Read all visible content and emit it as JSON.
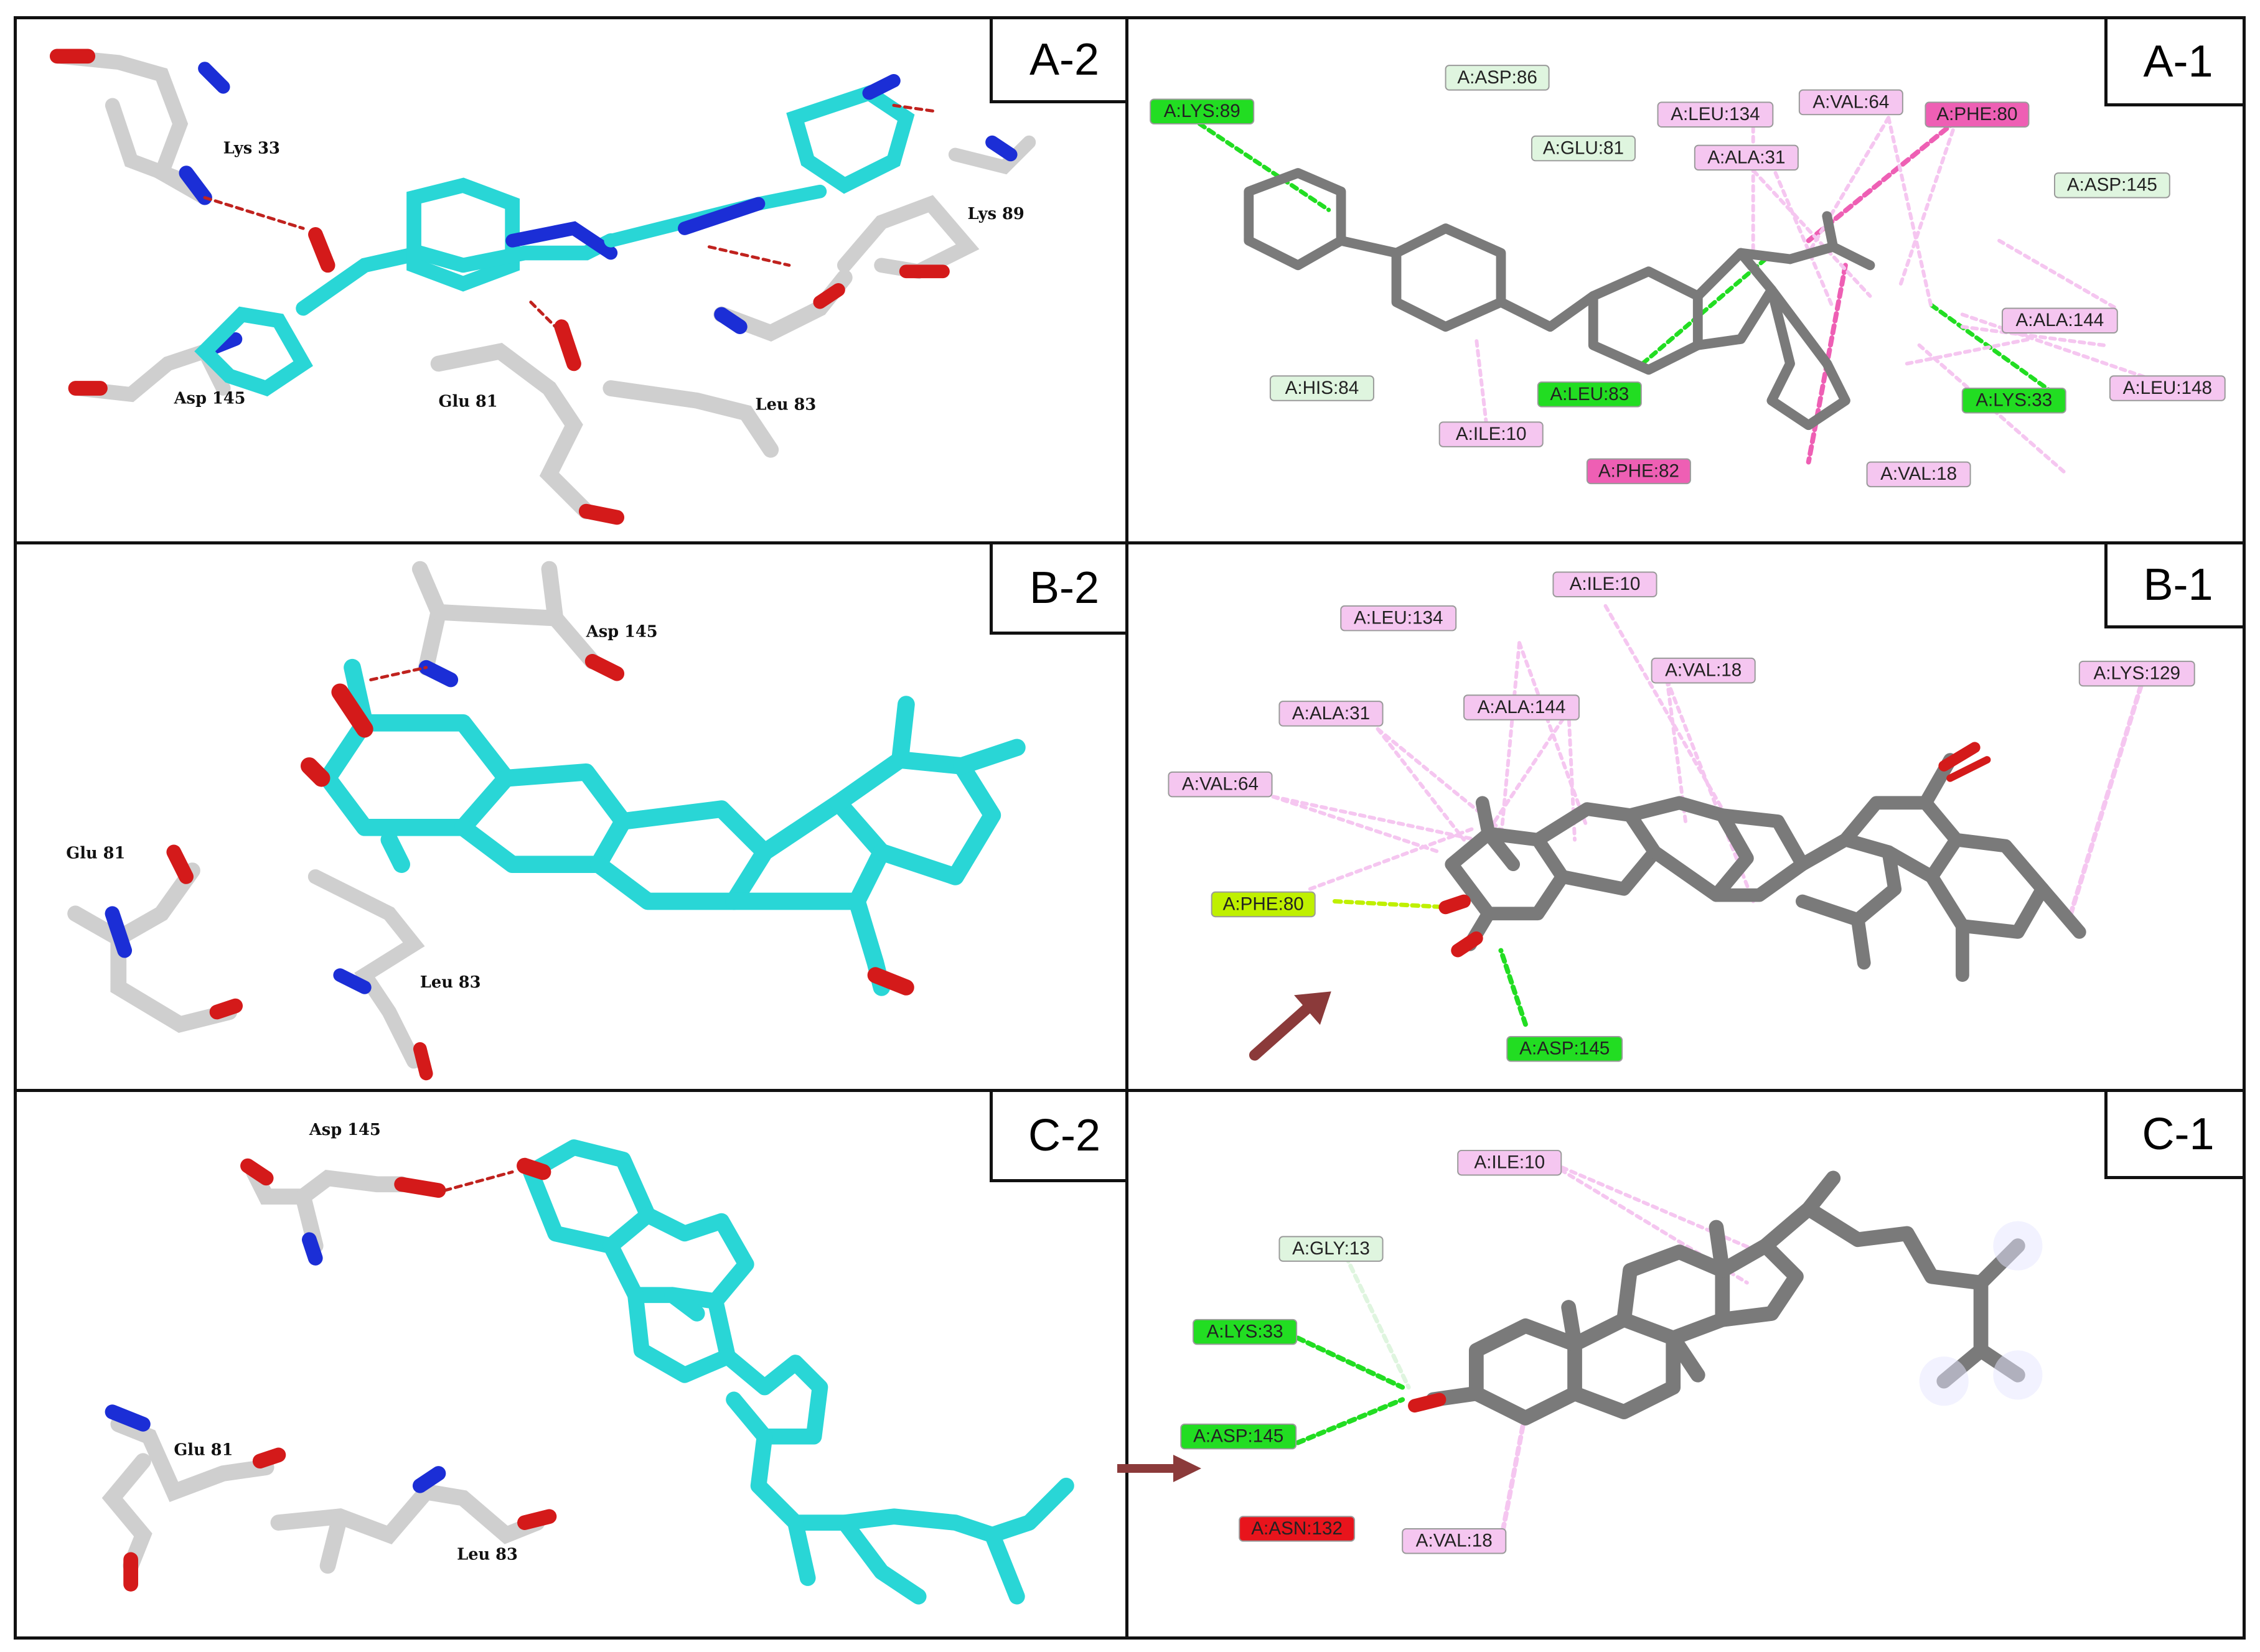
{
  "panels": {
    "a2": {
      "label": "A-2",
      "residues": [
        "Lys 33",
        "Asp 145",
        "Glu 81",
        "Leu 83",
        "Lys 89"
      ]
    },
    "a1": {
      "label": "A-1",
      "tags": [
        "A:LYS:89",
        "A:ASP:86",
        "A:LEU:134",
        "A:VAL:64",
        "A:PHE:80",
        "A:GLU:81",
        "A:ALA:31",
        "A:ASP:145",
        "A:ALA:144",
        "A:HIS:84",
        "A:LEU:83",
        "A:LYS:33",
        "A:LEU:148",
        "A:ILE:10",
        "A:PHE:82",
        "A:VAL:18"
      ]
    },
    "b2": {
      "label": "B-2",
      "residues": [
        "Asp 145",
        "Glu 81",
        "Leu 83"
      ]
    },
    "b1": {
      "label": "B-1",
      "tags": [
        "A:ILE:10",
        "A:LEU:134",
        "A:VAL:18",
        "A:ALA:144",
        "A:LYS:129",
        "A:ALA:31",
        "A:VAL:64",
        "A:PHE:80",
        "A:ASP:145"
      ]
    },
    "c2": {
      "label": "C-2",
      "residues": [
        "Asp 145",
        "Glu 81",
        "Leu 83"
      ]
    },
    "c1": {
      "label": "C-1",
      "tags": [
        "A:ILE:10",
        "A:GLY:13",
        "A:LYS:33",
        "A:ASP:145",
        "A:ASN:132",
        "A:VAL:18"
      ]
    }
  },
  "colors": {
    "hbond_conventional": "#22dd22",
    "carbon_hbond": "#dff5df",
    "pi_alkyl": "#f5c6f0",
    "pi_pi": "#ee5fb4",
    "pi_sigma": "#bff000",
    "unfavorable": "#e8141c",
    "ligand_carbon": "#29d6d6",
    "protein_carbon": "#cfcfcf",
    "nitrogen": "#1b2ed6",
    "oxygen": "#d41a1a",
    "ligand_2d": "#7a7a7a",
    "arrow": "#8b3a3a"
  }
}
